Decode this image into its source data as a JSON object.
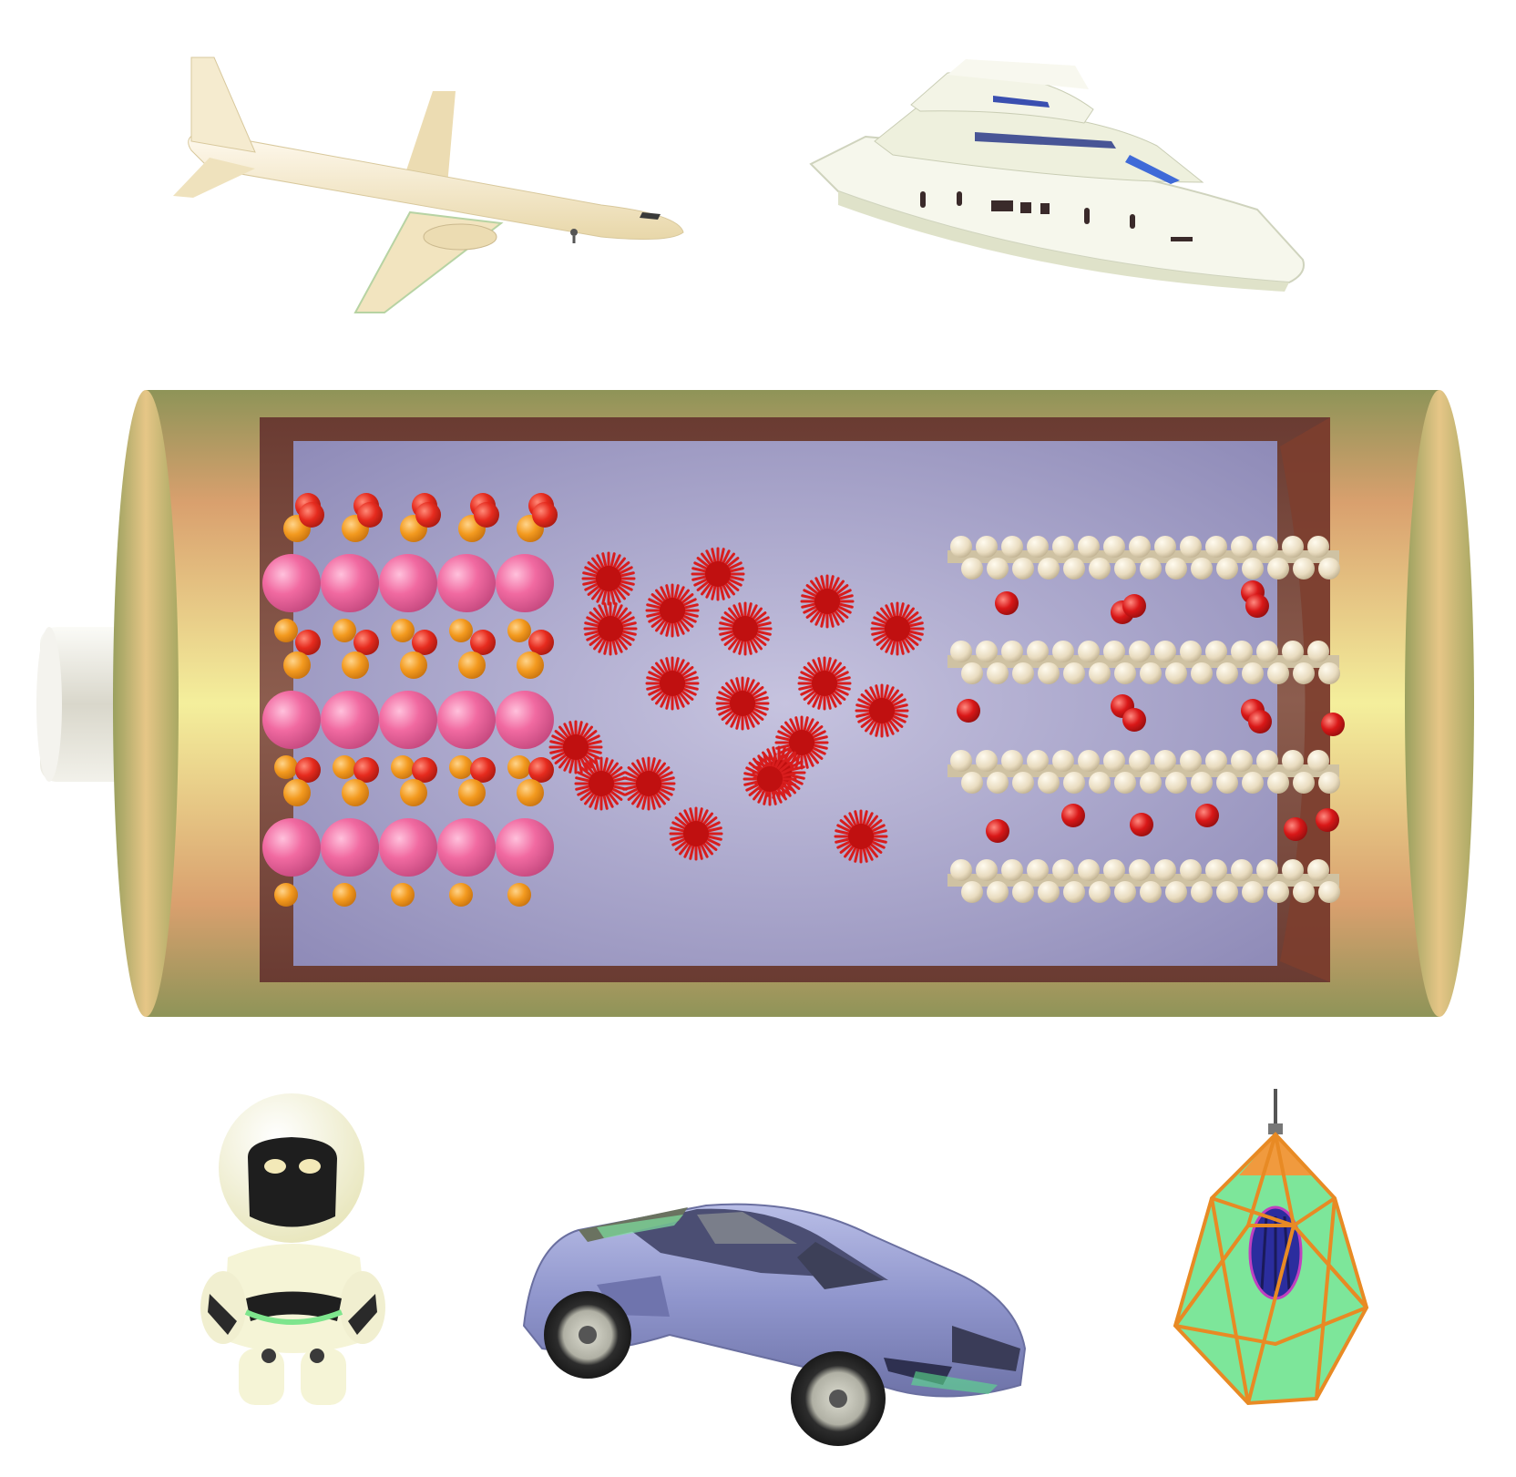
{
  "figure": {
    "type": "battery-applications-illustration",
    "colors": {
      "casing_light": "#f4ef9c",
      "casing_dark": "#8e9458",
      "casing_copper": "#d99a6c",
      "interior_wall": "#6a3b32",
      "electrolyte": "#b3b0d2",
      "cathode_large": "#f16aa1",
      "cathode_orange": "#f39a1f",
      "cathode_red": "#e62b1e",
      "lithium_ion": "#d91818",
      "anode_layer": "#e9dcc0",
      "terminal": "#e8e6dd",
      "plane": "#f7ecc8",
      "yacht": "#f3f6e9",
      "robot": "#f5f4d6",
      "car": "#8f95cc",
      "lamp_frame": "#e88a24",
      "lamp_glass": "#6fe38f"
    },
    "components": {
      "cathode": {
        "icon": "layered-cathode-lattice",
        "columns": 5,
        "layers": 3
      },
      "electrolyte": {
        "icon": "spiky-ion-cluster",
        "cluster_count": 19
      },
      "anode": {
        "icon": "layered-graphite-anode",
        "sheets": 4,
        "ion_count": 17
      }
    },
    "applications": [
      {
        "id": "plane",
        "icon": "airplane-icon"
      },
      {
        "id": "yacht",
        "icon": "yacht-icon"
      },
      {
        "id": "robot",
        "icon": "robot-icon"
      },
      {
        "id": "car",
        "icon": "sports-car-icon"
      },
      {
        "id": "lamp",
        "icon": "pendant-lamp-icon"
      }
    ]
  }
}
